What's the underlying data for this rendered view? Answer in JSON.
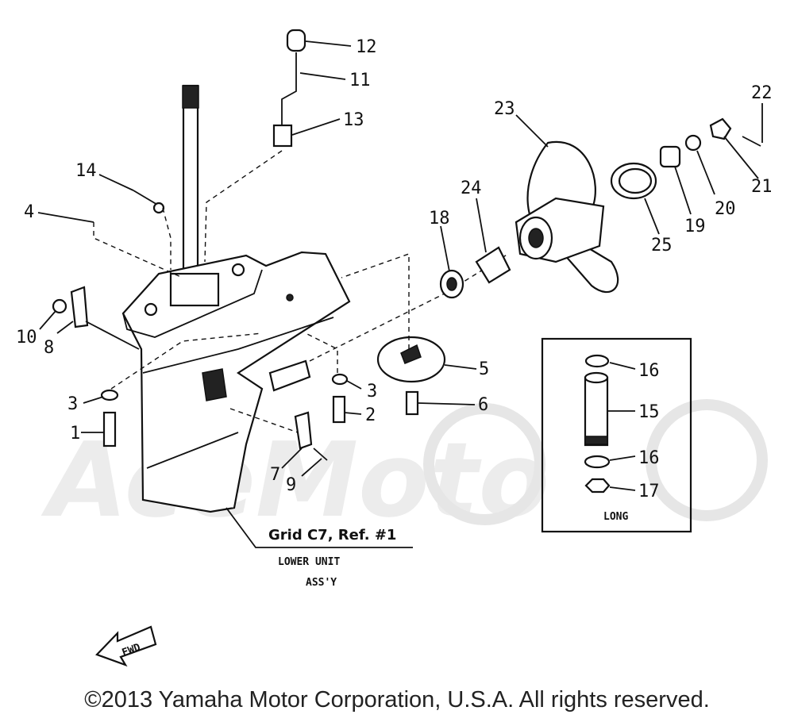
{
  "callouts": [
    {
      "id": "c1",
      "text": "1"
    },
    {
      "id": "c2",
      "text": "2"
    },
    {
      "id": "c3a",
      "text": "3"
    },
    {
      "id": "c3b",
      "text": "3"
    },
    {
      "id": "c4",
      "text": "4"
    },
    {
      "id": "c5",
      "text": "5"
    },
    {
      "id": "c6",
      "text": "6"
    },
    {
      "id": "c7",
      "text": "7"
    },
    {
      "id": "c8",
      "text": "8"
    },
    {
      "id": "c9",
      "text": "9"
    },
    {
      "id": "c10",
      "text": "10"
    },
    {
      "id": "c11",
      "text": "11"
    },
    {
      "id": "c12",
      "text": "12"
    },
    {
      "id": "c13",
      "text": "13"
    },
    {
      "id": "c14",
      "text": "14"
    },
    {
      "id": "c15",
      "text": "15"
    },
    {
      "id": "c16a",
      "text": "16"
    },
    {
      "id": "c16b",
      "text": "16"
    },
    {
      "id": "c17",
      "text": "17"
    },
    {
      "id": "c18",
      "text": "18"
    },
    {
      "id": "c19",
      "text": "19"
    },
    {
      "id": "c20",
      "text": "20"
    },
    {
      "id": "c21",
      "text": "21"
    },
    {
      "id": "c22",
      "text": "22"
    },
    {
      "id": "c23",
      "text": "23"
    },
    {
      "id": "c24",
      "text": "24"
    },
    {
      "id": "c25",
      "text": "25"
    }
  ],
  "reference": {
    "grid": "Grid C7, Ref. #1",
    "line1": "LOWER UNIT",
    "line2": "ASS'Y"
  },
  "inset_label": "LONG",
  "fwd_label": "FWD",
  "watermark": "AceMoto",
  "copyright": "©2013 Yamaha Motor Corporation, U.S.A. All rights reserved."
}
